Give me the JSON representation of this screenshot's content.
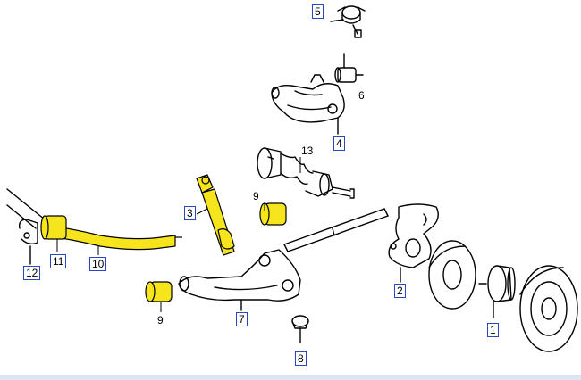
{
  "diagram": {
    "highlight_color": "#f6e51c",
    "line_color": "#000000",
    "label_border_color": "#2a46c8",
    "parts": [
      {
        "id": "p1",
        "number": "1",
        "name": "hub-and-bearing"
      },
      {
        "id": "p2",
        "number": "2",
        "name": "steering-knuckle"
      },
      {
        "id": "p3",
        "number": "3",
        "name": "shock-absorber",
        "highlighted": true
      },
      {
        "id": "p4",
        "number": "4",
        "name": "upper-control-arm"
      },
      {
        "id": "p5",
        "number": "5",
        "name": "upper-ball-joint"
      },
      {
        "id": "p6",
        "number": "6",
        "name": "upper-arm-bushing"
      },
      {
        "id": "p7",
        "number": "7",
        "name": "lower-control-arm"
      },
      {
        "id": "p8",
        "number": "8",
        "name": "lower-ball-joint"
      },
      {
        "id": "p9a",
        "number": "9",
        "name": "lower-arm-bushing-rear",
        "highlighted": true
      },
      {
        "id": "p9b",
        "number": "9",
        "name": "lower-arm-bushing-front",
        "highlighted": true
      },
      {
        "id": "p10",
        "number": "10",
        "name": "stabilizer-bar",
        "highlighted": true
      },
      {
        "id": "p11",
        "number": "11",
        "name": "stabilizer-bushing",
        "highlighted": true
      },
      {
        "id": "p12",
        "number": "12",
        "name": "stabilizer-bracket"
      },
      {
        "id": "p13",
        "number": "13",
        "name": "cv-axle-shaft"
      }
    ],
    "labels": {
      "p1": "1",
      "p2": "2",
      "p3": "3",
      "p4": "4",
      "p5": "5",
      "p6": "6",
      "p7": "7",
      "p8": "8",
      "p9a": "9",
      "p9b": "9",
      "p10": "10",
      "p11": "11",
      "p12": "12",
      "p13": "13"
    }
  }
}
